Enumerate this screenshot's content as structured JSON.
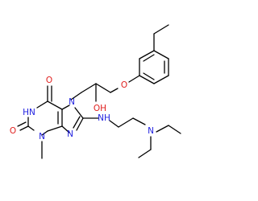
{
  "atoms": {
    "ring_carbonyl_o": "O",
    "urea_o": "O",
    "ether_o": "O",
    "hydroxyl": "OH",
    "n1_h": "HN",
    "n3": "N",
    "n7": "N",
    "n9": "N",
    "n_amino": "NH",
    "n_diethyl": "N",
    "n_methyl_label": "N"
  },
  "colors": {
    "oxygen": "#e0201f",
    "nitrogen": "#1f1fe0",
    "carbon": "#000000"
  }
}
